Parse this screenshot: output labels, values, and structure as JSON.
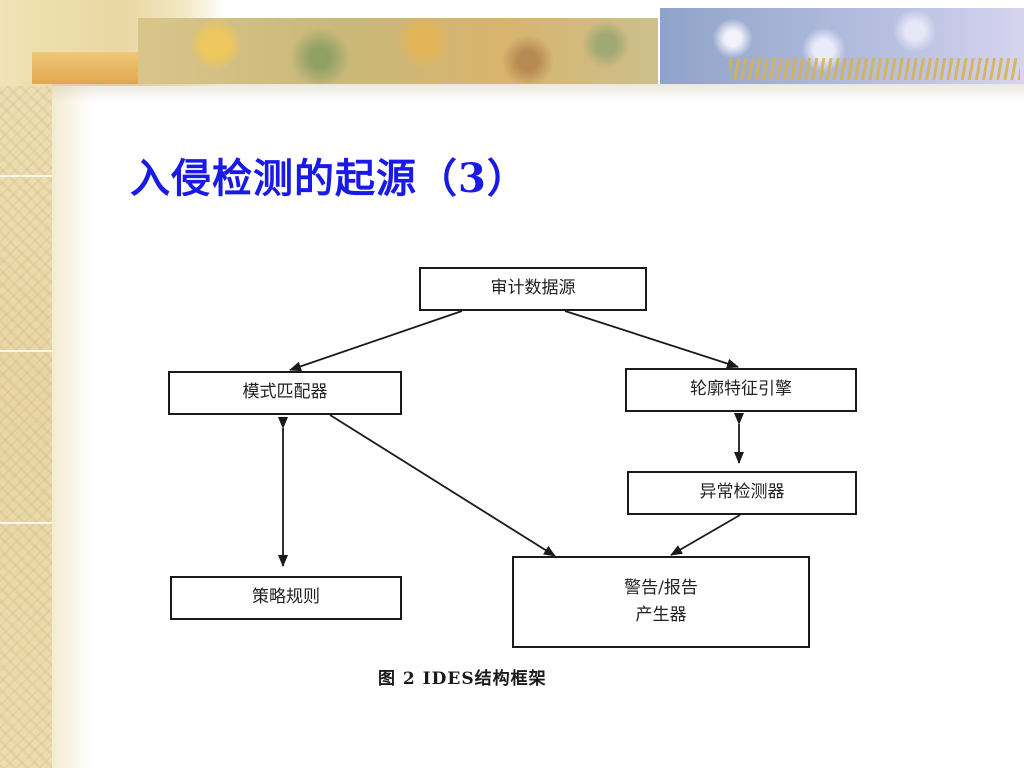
{
  "slide": {
    "title": "入侵检测的起源（3）"
  },
  "diagram": {
    "nodes": {
      "source": "审计数据源",
      "pattern": "模式匹配器",
      "profile": "轮廓特征引擎",
      "anomaly": "异常检测器",
      "policy": "策略规则",
      "alarm_line1": "警告/报告",
      "alarm_line2": "产生器"
    },
    "caption": "图 2  IDES结构框架",
    "edges": [
      {
        "from": "source",
        "to": "pattern",
        "direction": "forward"
      },
      {
        "from": "source",
        "to": "profile",
        "direction": "forward"
      },
      {
        "from": "pattern",
        "to": "policy",
        "direction": "both"
      },
      {
        "from": "profile",
        "to": "anomaly",
        "direction": "both"
      },
      {
        "from": "pattern",
        "to": "alarm",
        "direction": "forward"
      },
      {
        "from": "anomaly",
        "to": "alarm",
        "direction": "forward"
      }
    ]
  }
}
